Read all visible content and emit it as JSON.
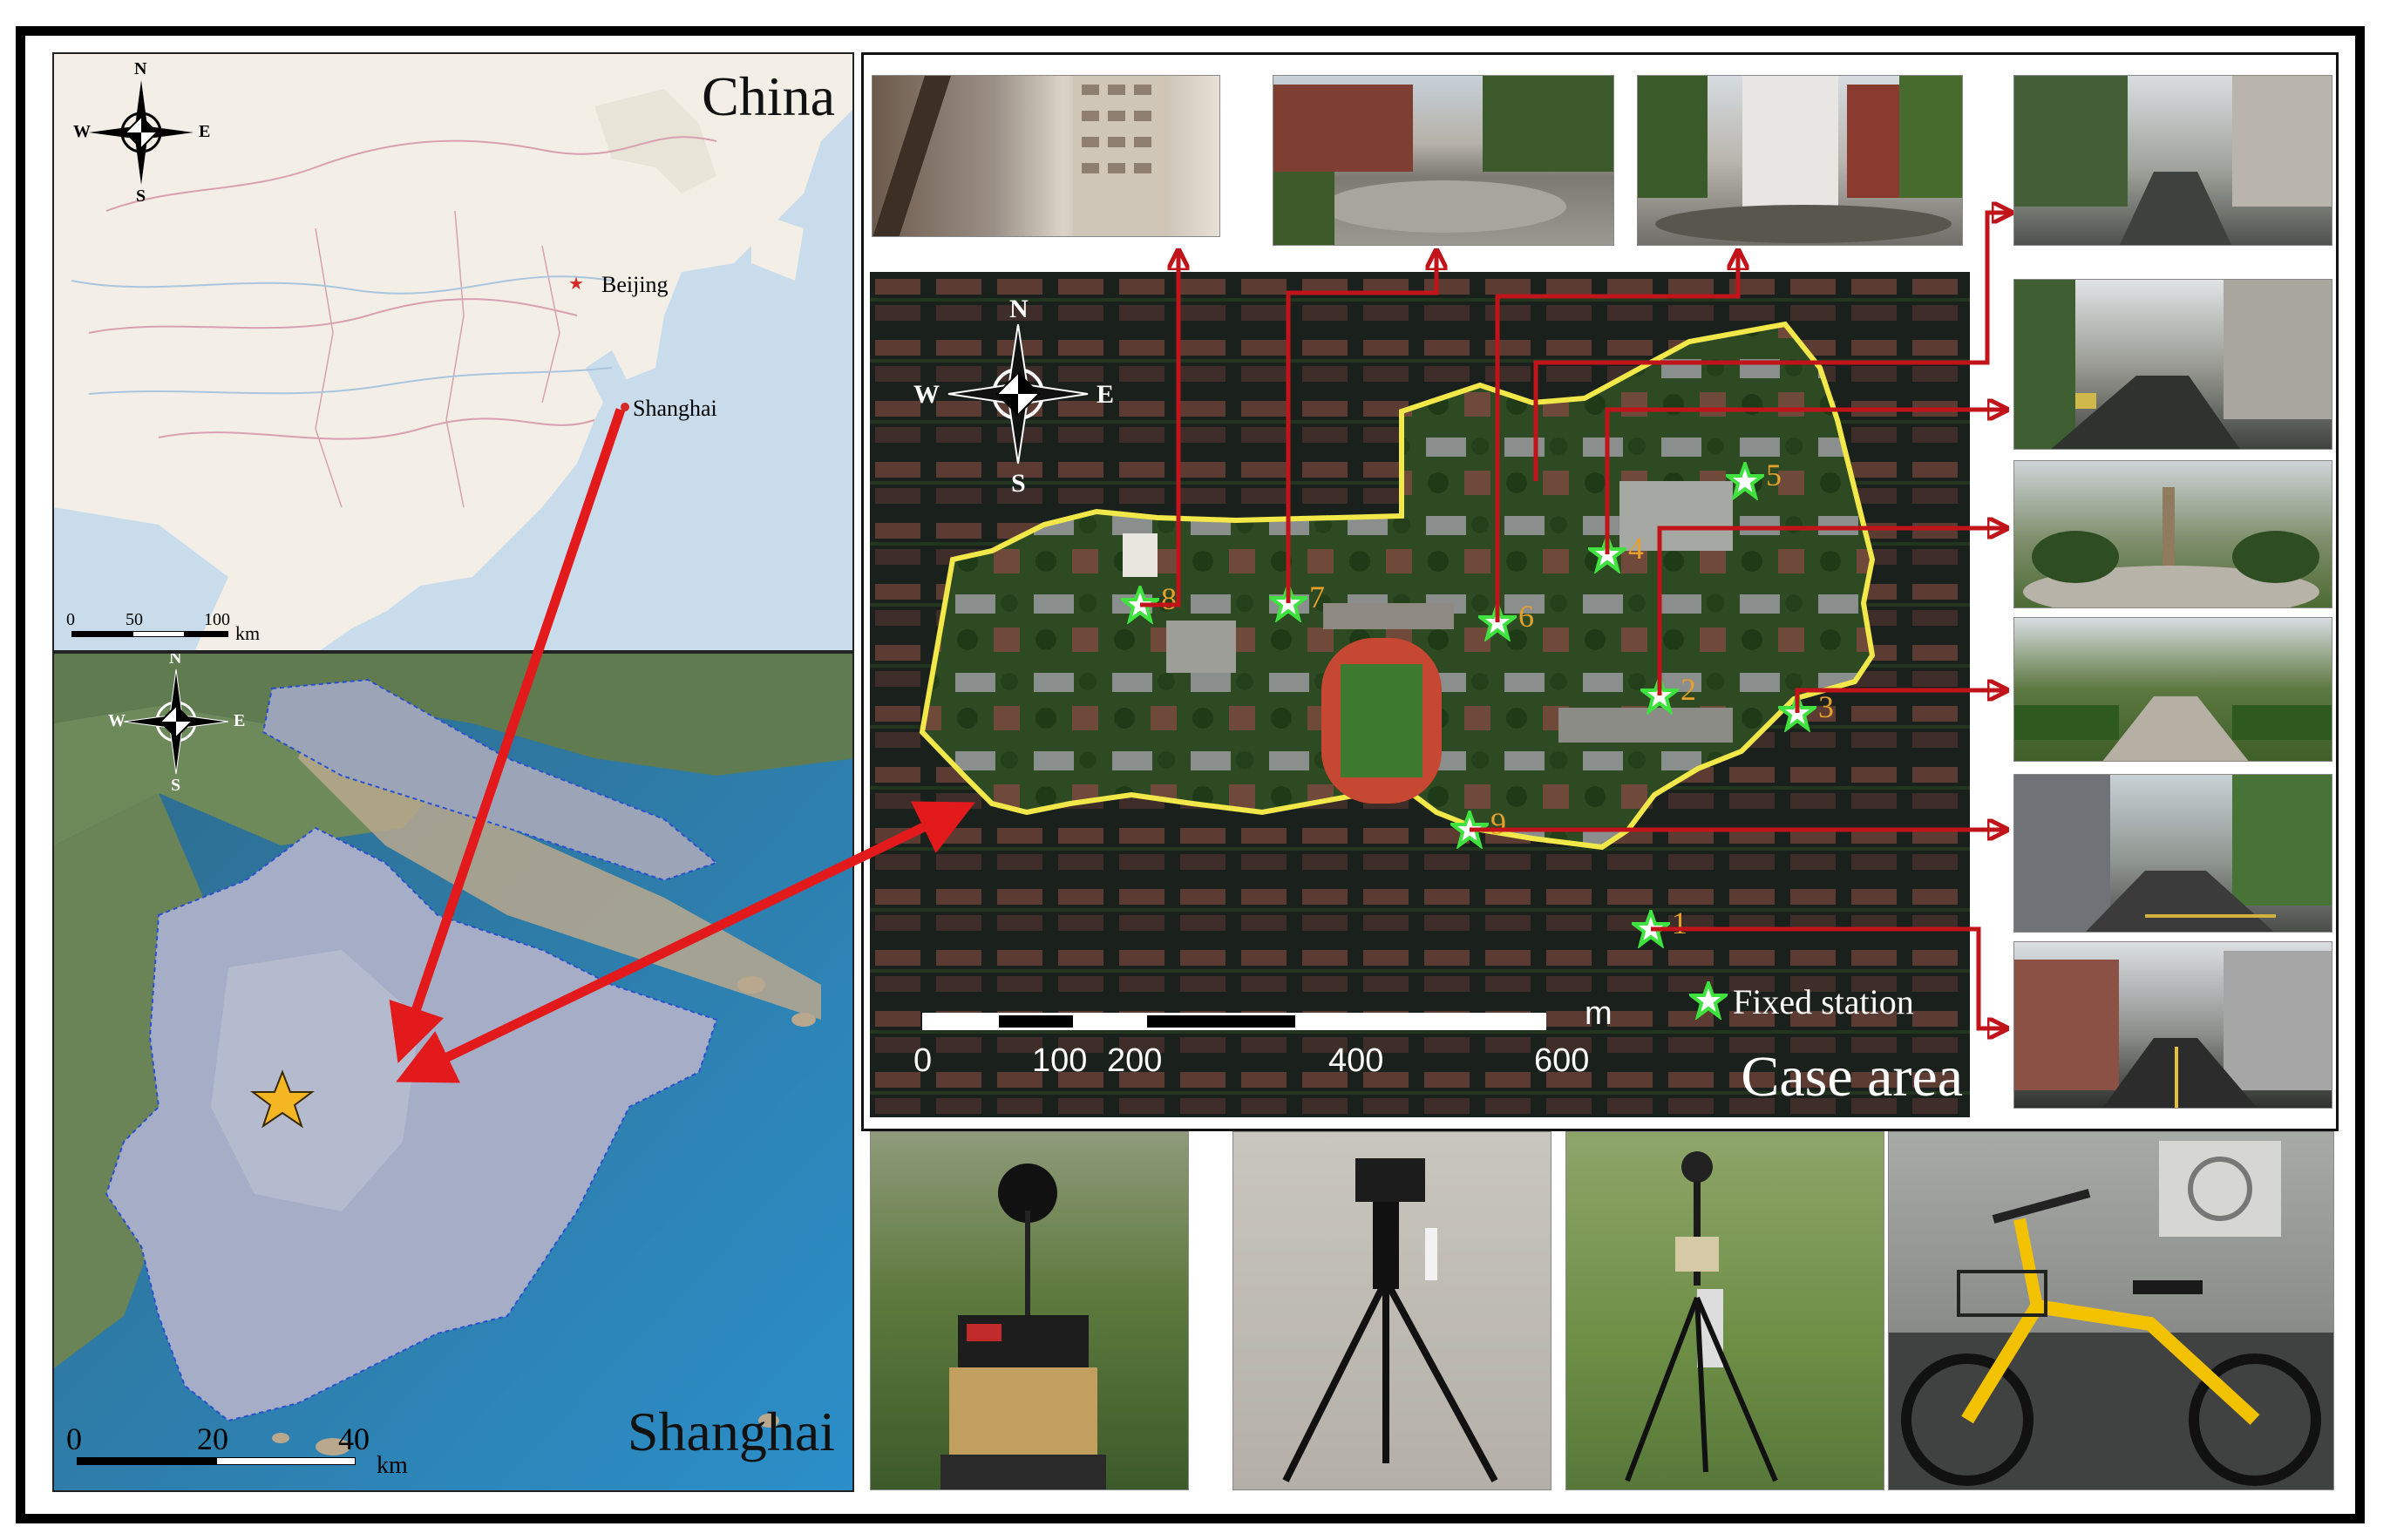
{
  "china_map": {
    "title": "China",
    "compass": {
      "n": "N",
      "s": "S",
      "e": "E",
      "w": "W"
    },
    "cities": [
      {
        "name": "Beijing"
      },
      {
        "name": "Shanghai"
      }
    ],
    "scale_ticks": [
      "0",
      "50",
      "100"
    ],
    "scale_unit": "km"
  },
  "shanghai_map": {
    "title": "Shanghai",
    "compass": {
      "n": "N",
      "s": "S",
      "e": "E",
      "w": "W"
    },
    "scale_ticks": [
      "0",
      "20",
      "40"
    ],
    "scale_unit": "km"
  },
  "case_map": {
    "title": "Case area",
    "compass": {
      "n": "N",
      "s": "S",
      "e": "E",
      "w": "W"
    },
    "scale_ticks": [
      "0",
      "100",
      "200",
      "400",
      "600"
    ],
    "scale_unit": "m",
    "legend_label": "Fixed station",
    "stations": [
      "1",
      "2",
      "3",
      "4",
      "5",
      "6",
      "7",
      "8",
      "9"
    ]
  },
  "colors": {
    "arrow_red": "#e31a1c",
    "leader_red": "#c0141a",
    "station_green": "#3fe23f",
    "boundary_yellow": "#f2e84a",
    "station_number": "#e6a02c",
    "star_orange": "#f5b623"
  },
  "icons": [
    "compass-rose-icon",
    "star-icon",
    "arrow-icon"
  ]
}
